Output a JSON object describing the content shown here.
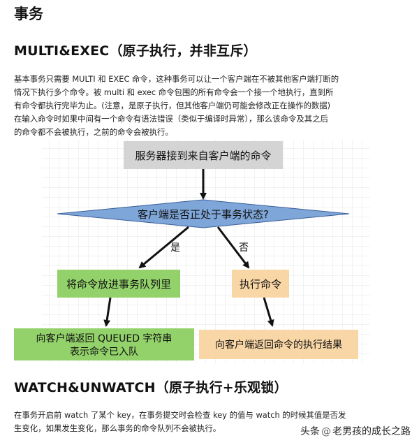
{
  "heading": "事务",
  "section1": {
    "title": "MULTI&EXEC（原子执行，并非互斥）",
    "lines": [
      "基本事务只需要 MULTI 和 EXEC 命令，这种事务可以让一个客户端在不被其他客户端打断的",
      "情况下执行多个命令。被 multi 和 exec 命令包围的所有命令会一个接一个地执行，直到所",
      "有命令都执行完毕为止。(注意，是原子执行，但其他客户端仍可能会修改正在操作的数据)",
      "在输入命令时如果中间有一个命令有语法错误（类似于编译时异常），那么该命令及其之后",
      "的命令都不会被执行，之前的命令会被执行。"
    ]
  },
  "flowchart": {
    "start": "服务器接到来自客户端的命令",
    "decision": "客户端是否正处于事务状态?",
    "yes_label": "是",
    "no_label": "否",
    "yes_step": "将命令放进事务队列里",
    "yes_result_line1": "向客户端返回 QUEUED 字符串",
    "yes_result_line2": "表示命令已入队",
    "no_step": "执行命令",
    "no_result": "向客户端返回命令的执行结果",
    "colors": {
      "start_fill": "#d4d4d4",
      "decision_fill": "#7fa6d8",
      "yes_fill": "#93d26a",
      "no_fill": "#f9d6a5",
      "grid": "#e6e6e6"
    }
  },
  "section2": {
    "title": "WATCH&UNWATCH（原子执行+乐观锁）",
    "lines": [
      "在事务开启前 watch 了某个 key，在事务提交时会检查 key 的值与 watch 的时候其值是否发",
      "生变化，如果发生变化，那么事务的命令队列不会被执行。"
    ]
  },
  "footer": {
    "prefix": "头条",
    "at": "@",
    "author": "老男孩的成长之路"
  }
}
